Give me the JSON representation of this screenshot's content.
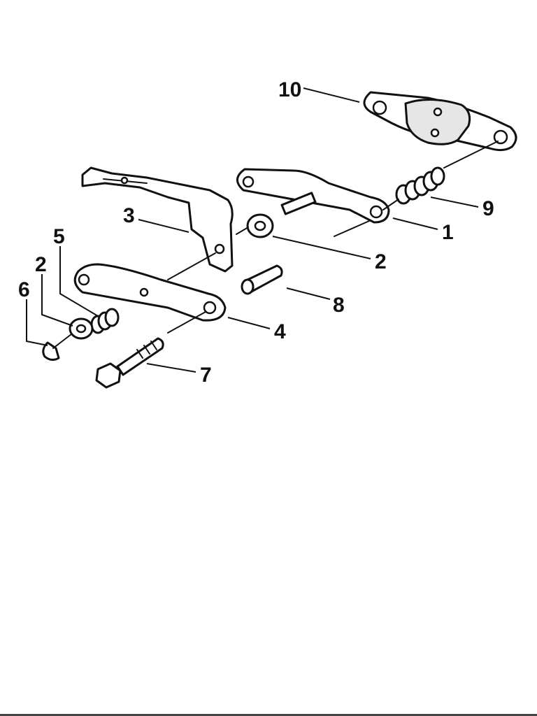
{
  "callouts": {
    "c1": "1",
    "c2a": "2",
    "c2b": "2",
    "c3": "3",
    "c4": "4",
    "c5": "5",
    "c6": "6",
    "c7": "7",
    "c8": "8",
    "c9": "9",
    "c10": "10"
  },
  "colors": {
    "ink": "#111111",
    "paper": "#ffffff",
    "pad": "#e6e6e6"
  }
}
